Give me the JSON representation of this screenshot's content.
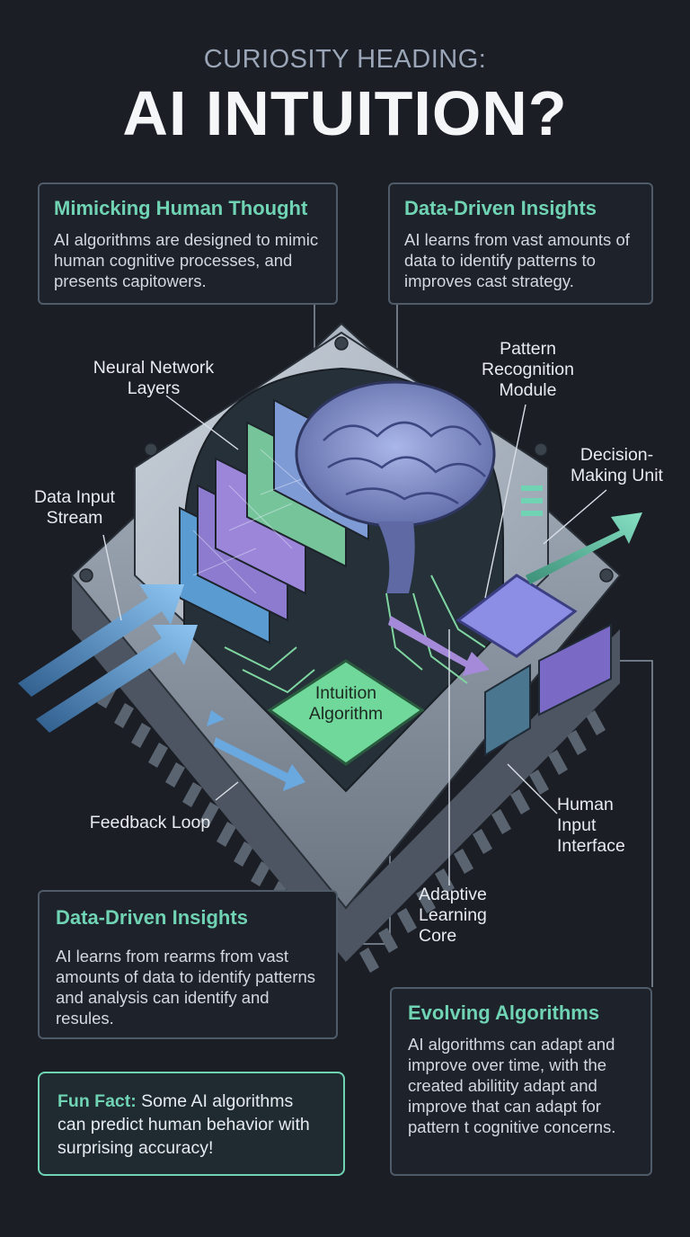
{
  "header": {
    "kicker": "CURIOSITY HEADING:",
    "title": "AI INTUITION?"
  },
  "cards": {
    "top_left": {
      "heading": "Mimicking Human Thought",
      "body": "AI algorithms are designed to mimic human cognitive processes, and presents capitowers."
    },
    "top_right": {
      "heading": "Data-Driven Insights",
      "body": "AI learns from vast amounts of data to identify patterns to improves cast strategy."
    },
    "middle_left": {
      "heading": "Data-Driven Insights",
      "body": "AI learns from rearms from vast amounts of data to identify patterns and analysis can identify and resules."
    },
    "bottom_right": {
      "heading": "Evolving Algorithms",
      "body": "AI algorithms can adapt and improve over time, with the created abilitity adapt and improve that can adapt for pattern t cognitive concerns."
    }
  },
  "fun_fact": {
    "lead": "Fun Fact:",
    "body": " Some AI algorithms can predict human behavior with surprising accuracy!"
  },
  "diagram": {
    "labels": {
      "neural_network_layers": [
        "Neural Network",
        "Layers"
      ],
      "pattern_recognition": [
        "Pattern",
        "Recognition",
        "Module"
      ],
      "decision_making": [
        "Decision-",
        "Making Unit"
      ],
      "data_input": [
        "Data Input",
        "Stream"
      ],
      "intuition_algorithm": [
        "Intuition",
        "Algorithm"
      ],
      "feedback_loop": "Feedback Loop",
      "human_input": [
        "Human",
        "Input",
        "Interface"
      ],
      "adaptive_learning": [
        "Adaptive",
        "Learning",
        "Core"
      ]
    },
    "colors": {
      "teal_accent": "#6fd3b4",
      "purple": "#a48ad8",
      "blue": "#6aa8e0",
      "green": "#7fd6a0",
      "chip_gray": "#8a95a3"
    }
  }
}
